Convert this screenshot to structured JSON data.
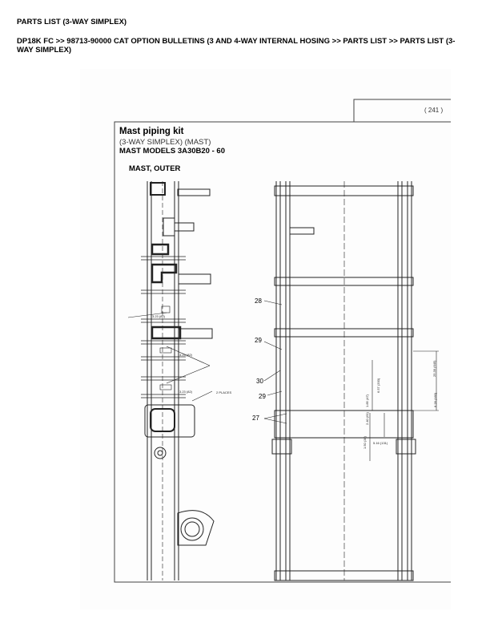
{
  "header": {
    "title": "PARTS LIST (3-WAY SIMPLEX)",
    "breadcrumb": "DP18K FC >> 98713-90000 CAT OPTION BULLETINS (3 AND 4-WAY INTERNAL HOSING >> PARTS LIST >> PARTS LIST (3-WAY SIMPLEX)"
  },
  "drawing": {
    "page_number": "( 241 )",
    "title": "Mast piping kit",
    "subtitle": "(3-WAY SIMPLEX) (MAST)",
    "models": "MAST MODELS 3A30B20 - 60",
    "section": "MAST, OUTER",
    "callouts": [
      "28",
      "29",
      "30",
      "29",
      "27"
    ],
    "dimensions": {
      "d1": "3.23 (82)",
      "d2": "3.23 (82)",
      "d3": "3.23 (82)",
      "places": "2 PLACES",
      "d4": "5.16 (131)",
      "d5": "25.39 (645)",
      "d6": "6.57 (200)",
      "d7": "6.28 (160)",
      "d8": "1.50 (38)",
      "d9": "2.40 (61)",
      "d10": "1.85 (47)"
    }
  }
}
